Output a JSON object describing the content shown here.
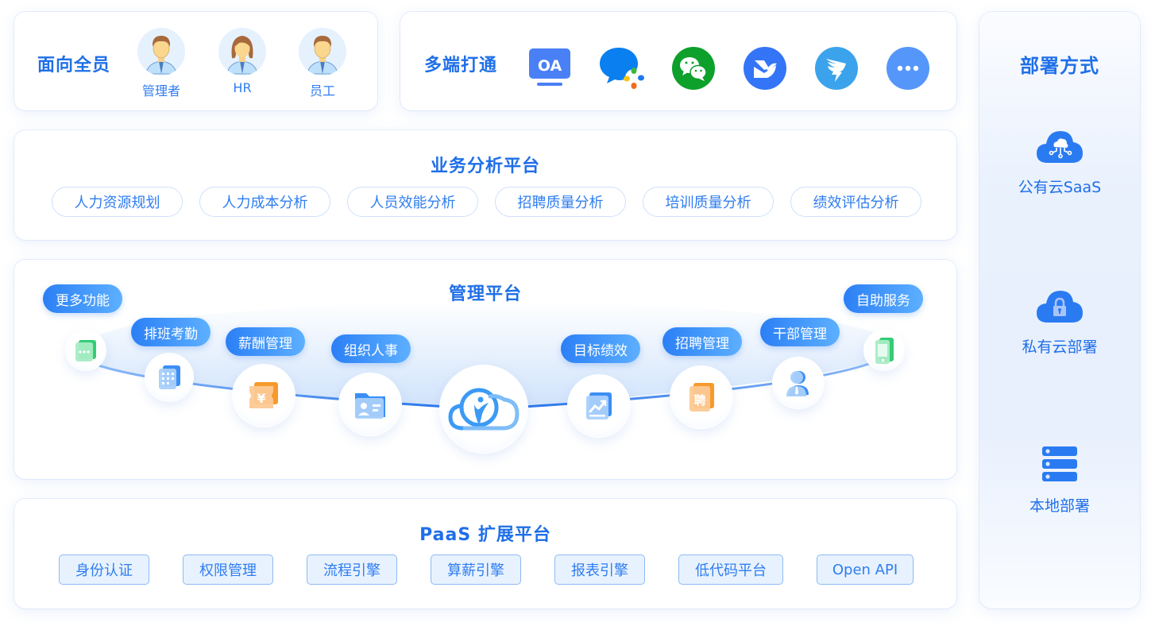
{
  "audience": {
    "title": "面向全员",
    "people": [
      {
        "label": "管理者",
        "icon": "male-avatar-icon"
      },
      {
        "label": "HR",
        "icon": "female-avatar-icon"
      },
      {
        "label": "员工",
        "icon": "male-avatar-icon"
      }
    ]
  },
  "multi_endpoint": {
    "title": "多端打通",
    "apps": [
      {
        "name": "OA",
        "icon": "oa-monitor-icon",
        "text": "OA",
        "color": "#4a80f6"
      },
      {
        "name": "企业微信",
        "icon": "wecom-icon",
        "color": "#0a7ff0"
      },
      {
        "name": "微信",
        "icon": "wechat-icon",
        "color": "#0da02b"
      },
      {
        "name": "飞书",
        "icon": "feishu-icon",
        "color": "#3474f7"
      },
      {
        "name": "钉钉",
        "icon": "dingtalk-icon",
        "color": "#3ba3ec"
      },
      {
        "name": "更多",
        "icon": "more-dots-icon",
        "color": "#5596fa"
      }
    ]
  },
  "analytics": {
    "title": "业务分析平台",
    "items": [
      "人力资源规划",
      "人力成本分析",
      "人员效能分析",
      "招聘质量分析",
      "培训质量分析",
      "绩效评估分析"
    ]
  },
  "management": {
    "title": "管理平台",
    "modules": [
      {
        "label": "更多功能",
        "icon": "more-chat-icon"
      },
      {
        "label": "排班考勤",
        "icon": "calendar-grid-icon"
      },
      {
        "label": "薪酬管理",
        "icon": "yen-ticket-icon"
      },
      {
        "label": "组织人事",
        "icon": "id-folder-icon"
      },
      {
        "label": "目标绩效",
        "icon": "trend-chart-icon"
      },
      {
        "label": "招聘管理",
        "icon": "recruit-card-icon",
        "glyph": "聘"
      },
      {
        "label": "干部管理",
        "icon": "cadre-person-icon"
      },
      {
        "label": "自助服务",
        "icon": "mobile-phone-icon"
      }
    ],
    "center_icon": "cloud-person-logo-icon"
  },
  "paas": {
    "title": "PaaS 扩展平台",
    "items": [
      "身份认证",
      "权限管理",
      "流程引擎",
      "算薪引擎",
      "报表引擎",
      "低代码平台",
      "Open API"
    ]
  },
  "deploy": {
    "title": "部署方式",
    "items": [
      {
        "label": "公有云SaaS",
        "icon": "cloud-network-icon"
      },
      {
        "label": "私有云部署",
        "icon": "cloud-lock-icon"
      },
      {
        "label": "本地部署",
        "icon": "server-stack-icon"
      }
    ]
  },
  "colors": {
    "primary": "#1f6fe8",
    "pill_border": "#cfe0fb",
    "box_bg": "#e8f2fe",
    "box_border": "#8dbaf5",
    "tag_gradient_start": "#2b7ff5",
    "tag_gradient_end": "#5db0ff"
  }
}
